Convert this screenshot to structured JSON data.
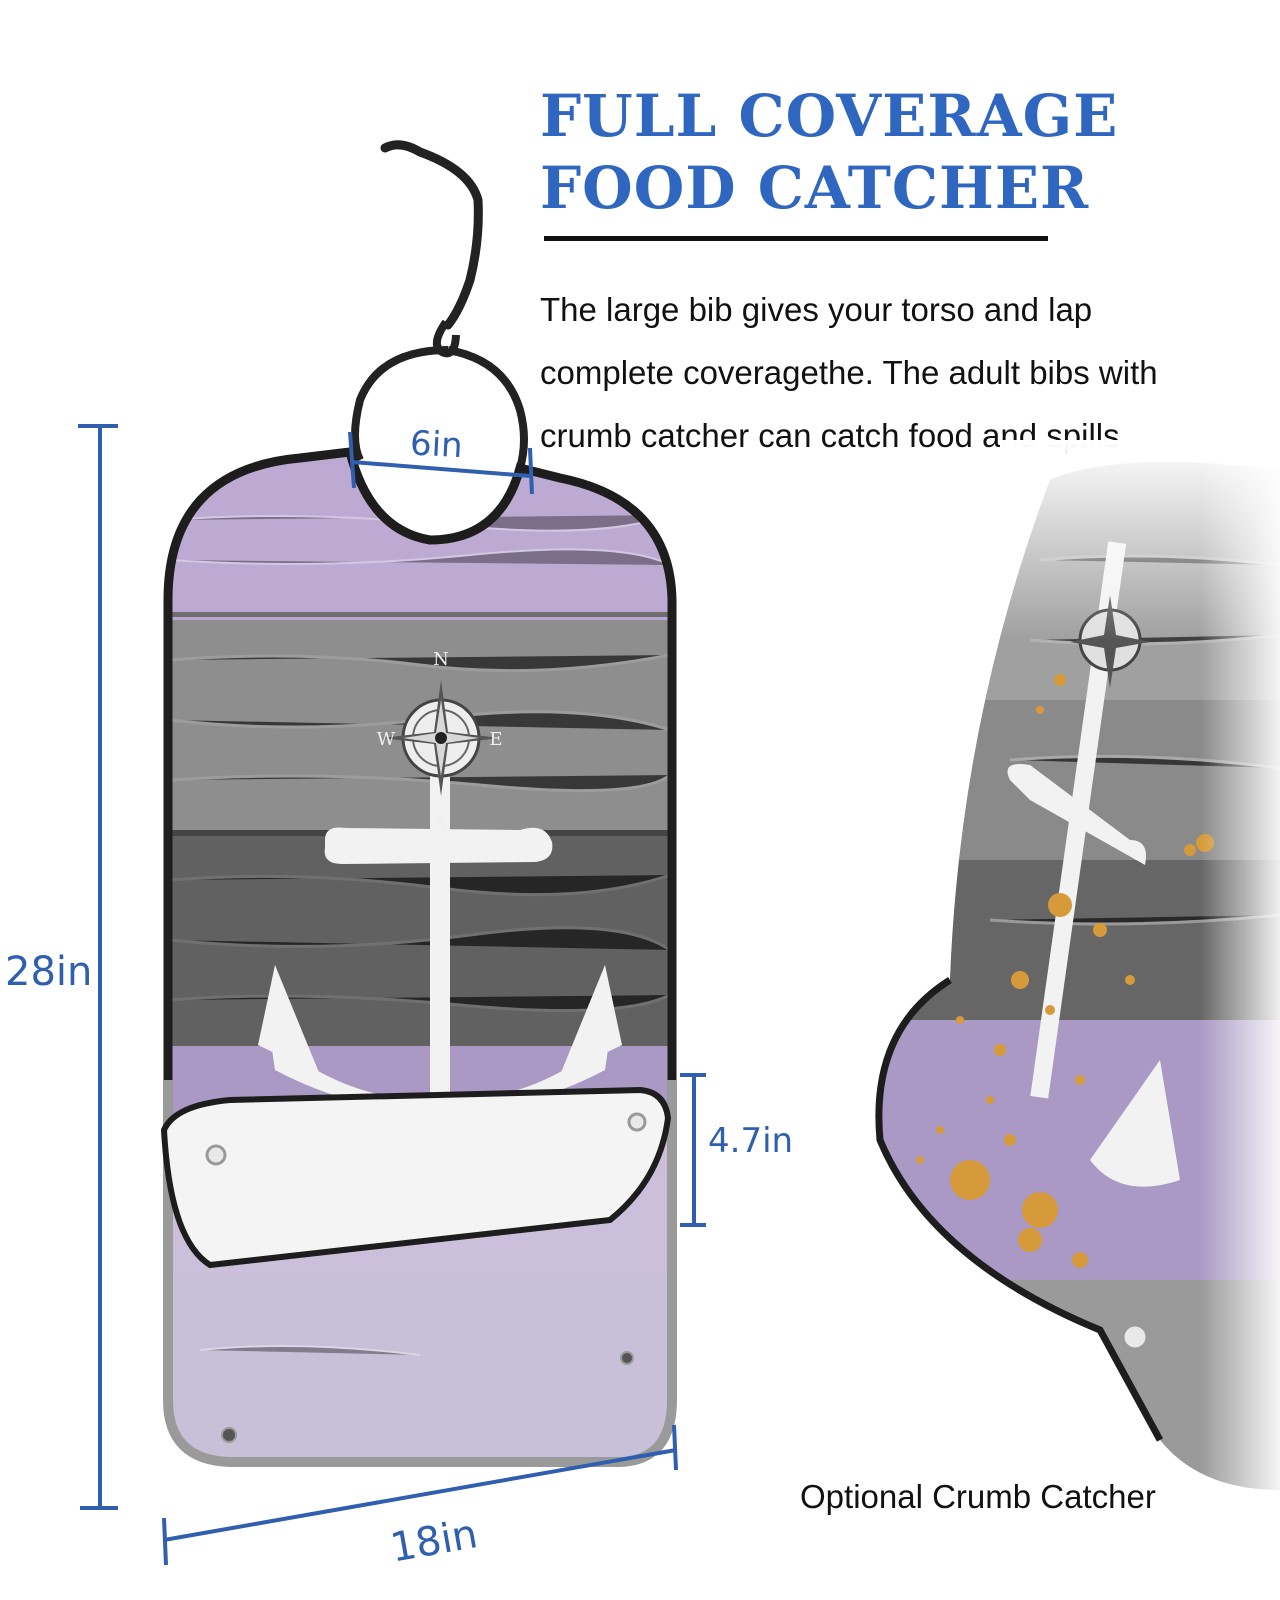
{
  "headline": {
    "line1": "FULL COVERAGE",
    "line2": "FOOD CATCHER"
  },
  "description": {
    "line1": "The large bib gives your torso and lap",
    "line2": "complete coveragethe. The adult bibs with",
    "line3": "crumb catcher can catch food and spills"
  },
  "dimensions": {
    "neck": "6in",
    "height": "28in",
    "pocket": "4.7in",
    "width": "18in"
  },
  "compass": {
    "n": "N",
    "e": "E",
    "s": "S",
    "w": "W"
  },
  "caption": "Optional Crumb Catcher",
  "colors": {
    "accent_blue": "#2f67c0",
    "lavender": "#b9a5cf",
    "wood_gray": "#8c8c8c",
    "wood_dark": "#5f5f5f"
  }
}
